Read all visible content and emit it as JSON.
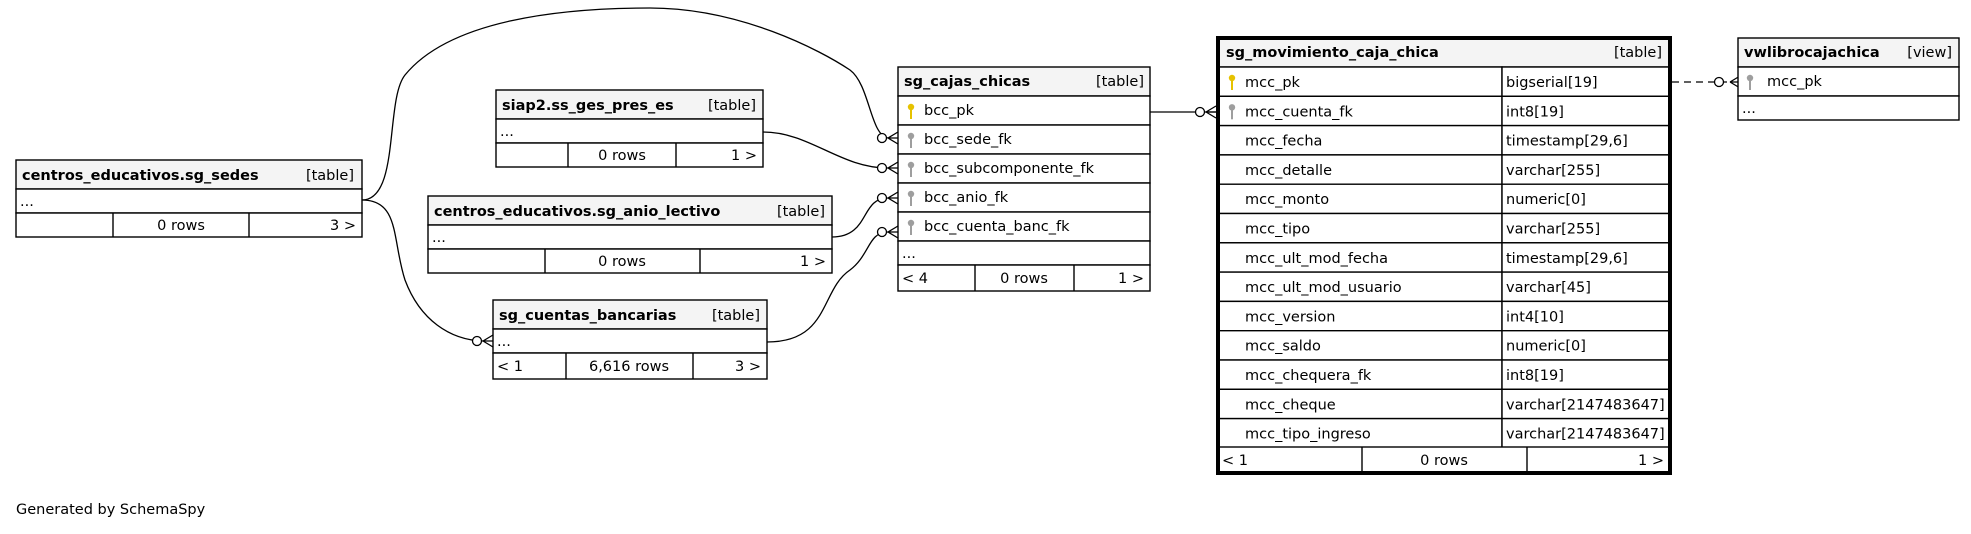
{
  "footer": "Generated by SchemaSpy",
  "tables": {
    "sedes": {
      "name": "centros_educativos.sg_sedes",
      "kind": "[table]",
      "rows": [
        "..."
      ],
      "stats": [
        "",
        "0 rows",
        "3 >"
      ]
    },
    "ss_ges": {
      "name": "siap2.ss_ges_pres_es",
      "kind": "[table]",
      "rows": [
        "..."
      ],
      "stats": [
        "",
        "0 rows",
        "1 >"
      ]
    },
    "anio": {
      "name": "centros_educativos.sg_anio_lectivo",
      "kind": "[table]",
      "rows": [
        "..."
      ],
      "stats": [
        "",
        "0 rows",
        "1 >"
      ]
    },
    "cuentas": {
      "name": "sg_cuentas_bancarias",
      "kind": "[table]",
      "rows": [
        "..."
      ],
      "stats": [
        "< 1",
        "6,616 rows",
        "3 >"
      ]
    },
    "cajas": {
      "name": "sg_cajas_chicas",
      "kind": "[table]",
      "rows": [
        {
          "name": "bcc_pk",
          "key": "pk"
        },
        {
          "name": "bcc_sede_fk",
          "key": "fk"
        },
        {
          "name": "bcc_subcomponente_fk",
          "key": "fk"
        },
        {
          "name": "bcc_anio_fk",
          "key": "fk"
        },
        {
          "name": "bcc_cuenta_banc_fk",
          "key": "fk"
        },
        {
          "name": "...",
          "key": ""
        }
      ],
      "stats": [
        "< 4",
        "0 rows",
        "1 >"
      ]
    },
    "mov": {
      "name": "sg_movimiento_caja_chica",
      "kind": "[table]",
      "columns": [
        {
          "name": "mcc_pk",
          "type": "bigserial[19]",
          "key": "pk"
        },
        {
          "name": "mcc_cuenta_fk",
          "type": "int8[19]",
          "key": "fk"
        },
        {
          "name": "mcc_fecha",
          "type": "timestamp[29,6]",
          "key": ""
        },
        {
          "name": "mcc_detalle",
          "type": "varchar[255]",
          "key": ""
        },
        {
          "name": "mcc_monto",
          "type": "numeric[0]",
          "key": ""
        },
        {
          "name": "mcc_tipo",
          "type": "varchar[255]",
          "key": ""
        },
        {
          "name": "mcc_ult_mod_fecha",
          "type": "timestamp[29,6]",
          "key": ""
        },
        {
          "name": "mcc_ult_mod_usuario",
          "type": "varchar[45]",
          "key": ""
        },
        {
          "name": "mcc_version",
          "type": "int4[10]",
          "key": ""
        },
        {
          "name": "mcc_saldo",
          "type": "numeric[0]",
          "key": ""
        },
        {
          "name": "mcc_chequera_fk",
          "type": "int8[19]",
          "key": ""
        },
        {
          "name": "mcc_cheque",
          "type": "varchar[2147483647]",
          "key": ""
        },
        {
          "name": "mcc_tipo_ingreso",
          "type": "varchar[2147483647]",
          "key": ""
        }
      ],
      "stats": [
        "< 1",
        "0 rows",
        "1 >"
      ]
    },
    "vw": {
      "name": "vwlibrocajachica",
      "kind": "[view]",
      "rows": [
        {
          "name": "mcc_pk",
          "key": "fk"
        },
        {
          "name": "...",
          "key": ""
        }
      ]
    }
  },
  "colors": {
    "primary_key_icon": "#e6c200",
    "foreign_key_icon": "#9e9e9e",
    "header_fill": "#f4f4f4"
  }
}
